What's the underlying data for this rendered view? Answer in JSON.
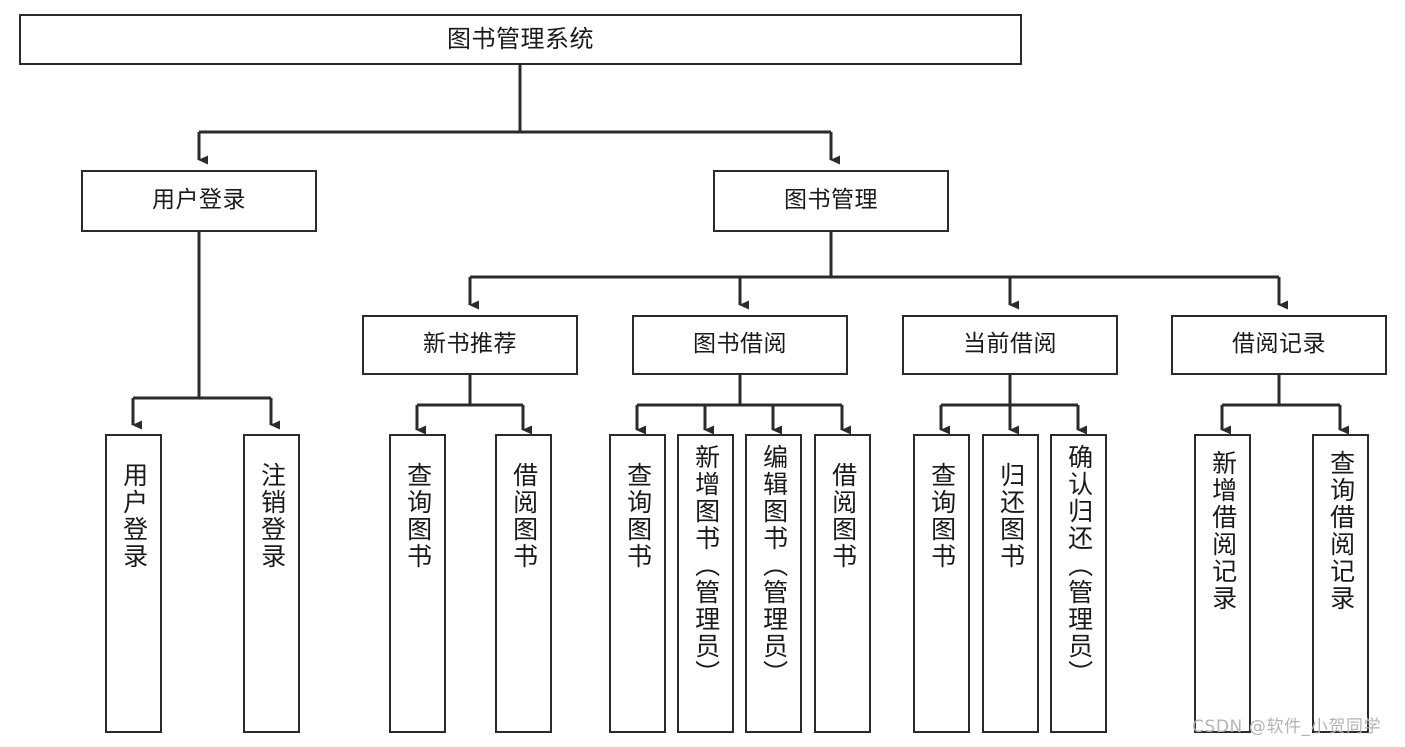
{
  "diagram": {
    "title": "图书管理系统",
    "type": "tree-hierarchy",
    "watermark": "CSDN @软件_小贺同学",
    "line_color": "#2b2b2b",
    "box_fill": "#ffffff",
    "text_color": "#1a1a1a",
    "watermark_color": "#b4b4b4"
  },
  "nodes": {
    "root": {
      "label": "图书管理系统"
    },
    "level2": [
      {
        "label": "用户登录"
      },
      {
        "label": "图书管理"
      }
    ],
    "level3": [
      {
        "label": "新书推荐"
      },
      {
        "label": "图书借阅"
      },
      {
        "label": "当前借阅"
      },
      {
        "label": "借阅记录"
      }
    ],
    "leaves_user_login": [
      {
        "label": "用户登录"
      },
      {
        "label": "注销登录"
      }
    ],
    "leaves_new_book": [
      {
        "label": "查询图书"
      },
      {
        "label": "借阅图书"
      }
    ],
    "leaves_borrow": [
      {
        "label": "查询图书"
      },
      {
        "label": "新增图书（管理员）"
      },
      {
        "label": "编辑图书（管理员）"
      },
      {
        "label": "借阅图书"
      }
    ],
    "leaves_current": [
      {
        "label": "查询图书"
      },
      {
        "label": "归还图书"
      },
      {
        "label": "确认归还（管理员）"
      }
    ],
    "leaves_records": [
      {
        "label": "新增借阅记录"
      },
      {
        "label": "查询借阅记录"
      }
    ]
  }
}
